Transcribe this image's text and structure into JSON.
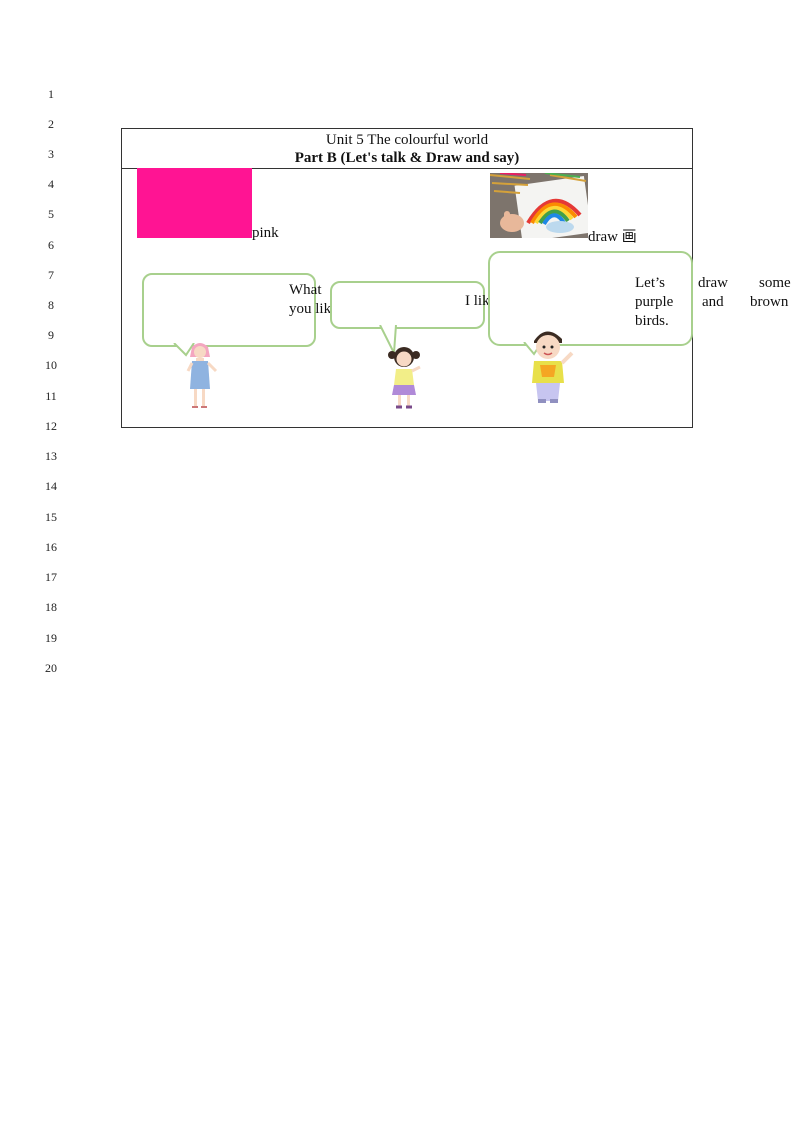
{
  "line_numbers": [
    "1",
    "2",
    "3",
    "4",
    "5",
    "6",
    "7",
    "8",
    "9",
    "10",
    "11",
    "12",
    "13",
    "14",
    "15",
    "16",
    "17",
    "18",
    "19",
    "20"
  ],
  "unit_title": "Unit  5 The colourful world",
  "part_title": "Part  B  (Let's talk &  Draw  and  say)",
  "vocab": {
    "pink_word": "pink",
    "draw_word": "draw 画"
  },
  "bubbles": {
    "teacher_line1": "What",
    "teacher_line2": "you lik",
    "girl_text": "I  like",
    "boy_line1": "Let’s",
    "boy_line1b": "draw",
    "boy_line1c": "some",
    "boy_line2": "purple",
    "boy_line2b": "and",
    "boy_line2c": "brown",
    "boy_line3": "birds."
  },
  "colors": {
    "pink_swatch": "#ff1493",
    "bubble_border": "#a8d08d"
  }
}
